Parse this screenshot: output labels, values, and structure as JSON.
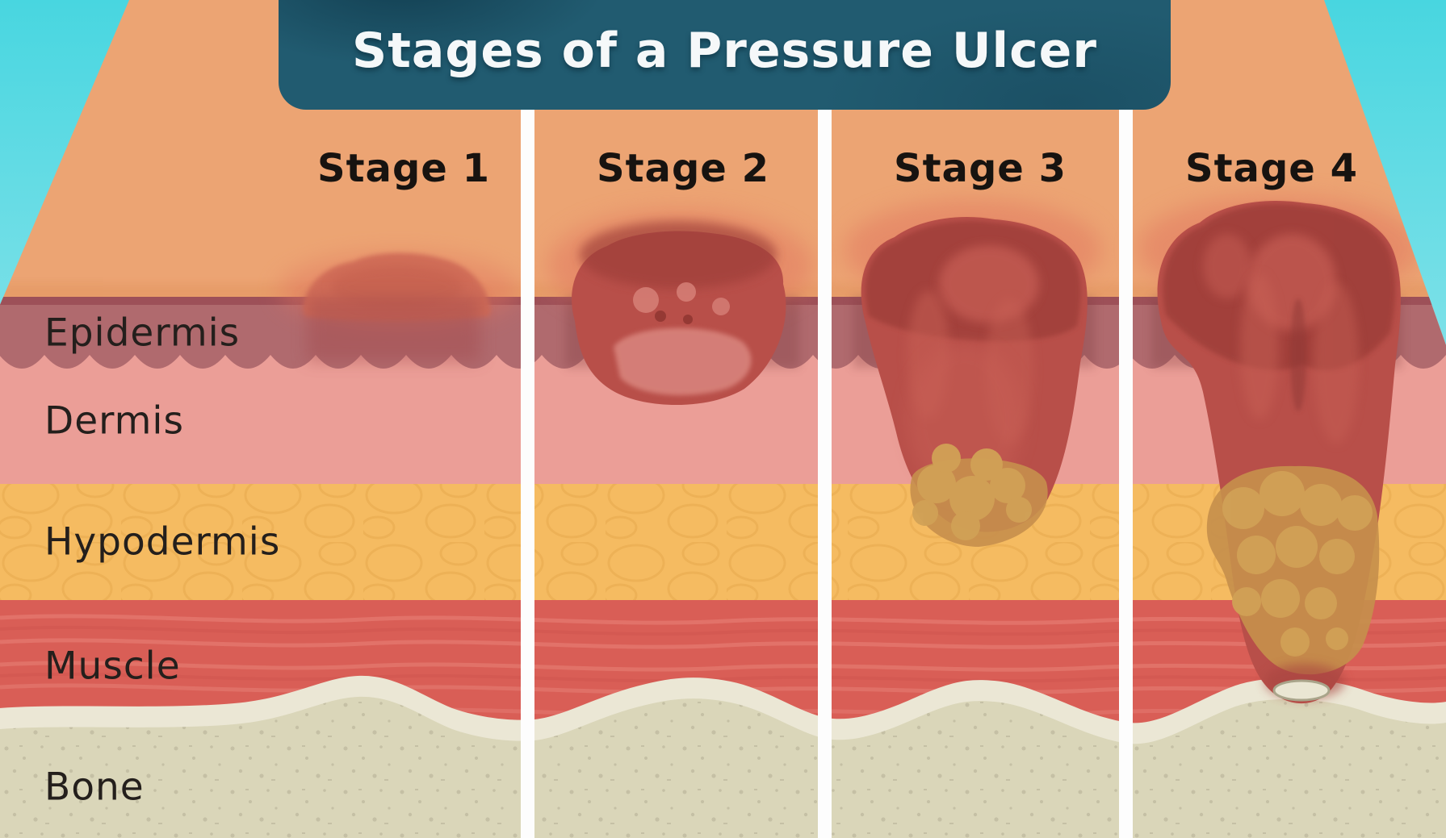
{
  "title": {
    "text": "Stages of a Pressure Ulcer"
  },
  "stages": [
    {
      "label": "Stage 1",
      "depicts": "Reddened, discolored but intact skin surface"
    },
    {
      "label": "Stage 2",
      "depicts": "Shallow open wound through the epidermis into the dermis"
    },
    {
      "label": "Stage 3",
      "depicts": "Deep wound through the dermis into the hypodermis with fat visible"
    },
    {
      "label": "Stage 4",
      "depicts": "Deepest wound through muscle with bone exposed at its base"
    }
  ],
  "layers": [
    {
      "label": "Epidermis"
    },
    {
      "label": "Dermis"
    },
    {
      "label": "Hypodermis"
    },
    {
      "label": "Muscle"
    },
    {
      "label": "Bone"
    }
  ],
  "colors": {
    "sky": "#48d6e0",
    "sky_light": "#c9f0f4",
    "banner": "#215b70",
    "banner_dark": "#15485c",
    "title_text": "#f5f8f9",
    "skin": "#eca473",
    "skin_shade": "#de9059",
    "epidermis": "#b06a6e",
    "epidermis_line": "#9b4e55",
    "dermis": "#eb9e97",
    "hypodermis": "#f5bb61",
    "hypodermis_cell": "#e3a449",
    "muscle": "#d95e56",
    "muscle_streak": "#ef9287",
    "muscle_streak_dark": "#c94e48",
    "bone": "#dad6b9",
    "bone_edge": "#ebe7d5",
    "bone_speckle": "#aaa58b",
    "divider": "#fdfdfd",
    "wound_dark": "#9c3c39",
    "wound_body": "#b84f49",
    "wound_mid": "#c25a51",
    "wound_light": "#d8837b",
    "wound_halo": "#e1745f",
    "fat": "#d1a156",
    "fat_base": "#c68f4c",
    "exposed_bone": "#eae6d3",
    "stage_text": "#171310",
    "label_text": "#241f1c"
  }
}
